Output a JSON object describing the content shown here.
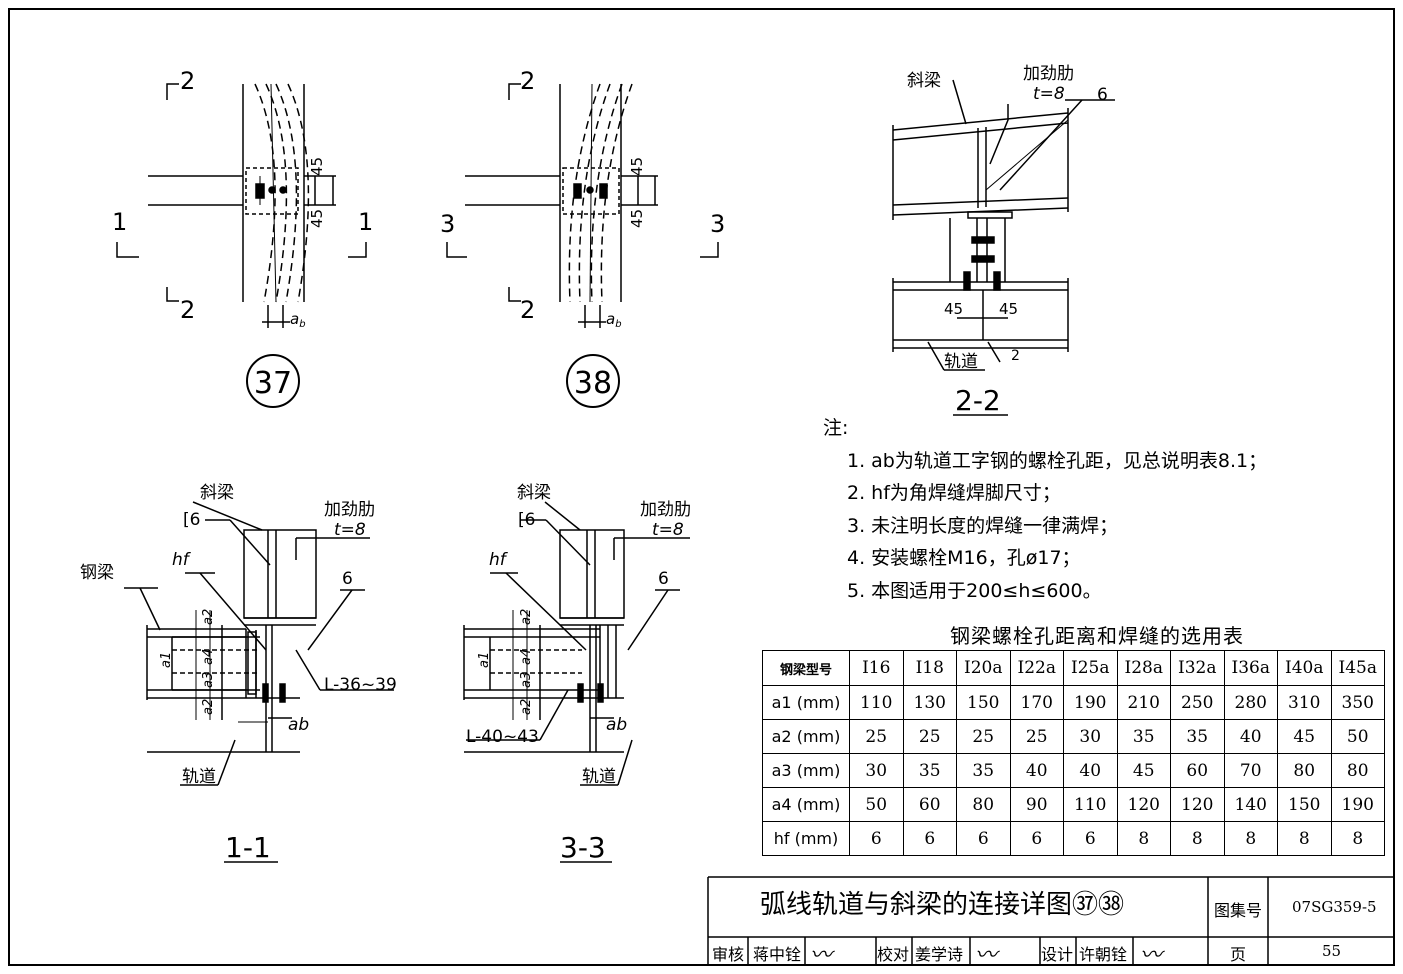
{
  "details": {
    "d37": {
      "label": "37",
      "sec_left": "1",
      "sec_right": "1",
      "sec_top": "2",
      "sec_bottom": "2",
      "dim1": "45",
      "dim2": "45",
      "dim_ab": "a",
      "dim_ab_sub": "b"
    },
    "d38": {
      "label": "38",
      "sec_left": "3",
      "sec_right": "3",
      "sec_top": "2",
      "sec_bottom": "2",
      "dim1": "45",
      "dim2": "45",
      "dim_ab": "a",
      "dim_ab_sub": "b"
    }
  },
  "section_2_2": {
    "title": "2-2",
    "label_beam": "斜梁",
    "label_stiffener": "加劲肋",
    "label_t": "t=8",
    "weld": "6",
    "dim_left": "45",
    "dim_right": "45",
    "label_rail": "轨道",
    "weld2": "2"
  },
  "section_1_1": {
    "title": "1-1",
    "label_beam": "斜梁",
    "label_weld_c": "[6",
    "label_stiffener": "加劲肋",
    "label_t": "t=8",
    "label_hf": "hf",
    "label_steel_beam": "钢梁",
    "weld": "6",
    "label_angle": "L-36~39",
    "label_rail": "轨道",
    "dim_a1": "a1",
    "dim_a2": "a2",
    "dim_a3": "a3",
    "dim_a4": "a4",
    "dim_ab": "ab"
  },
  "section_3_3": {
    "title": "3-3",
    "label_beam": "斜梁",
    "label_weld_c": "[6",
    "label_stiffener": "加劲肋",
    "label_t": "t=8",
    "label_hf": "hf",
    "weld": "6",
    "label_angle": "L-40~43",
    "label_rail": "轨道",
    "dim_a1": "a1",
    "dim_a2": "a2",
    "dim_a3": "a3",
    "dim_a4": "a4",
    "dim_ab": "ab"
  },
  "notes": {
    "heading": "注:",
    "items": [
      "1.  ab为轨道工字钢的螺栓孔距，见总说明表8.1；",
      "2.  hf为角焊缝焊脚尺寸；",
      "3. 未注明长度的焊缝一律满焊；",
      "4. 安装螺栓M16，孔ø17；",
      "5. 本图适用于200≤h≤600。"
    ]
  },
  "table": {
    "title": "钢梁螺栓孔距离和焊缝的选用表",
    "header": [
      "钢梁型号",
      "I16",
      "I18",
      "I20a",
      "I22a",
      "I25a",
      "I28a",
      "I32a",
      "I36a",
      "I40a",
      "I45a"
    ],
    "rows": [
      [
        "a1 (mm)",
        "110",
        "130",
        "150",
        "170",
        "190",
        "210",
        "250",
        "280",
        "310",
        "350"
      ],
      [
        "a2 (mm)",
        "25",
        "25",
        "25",
        "25",
        "30",
        "35",
        "35",
        "40",
        "45",
        "50"
      ],
      [
        "a3 (mm)",
        "30",
        "35",
        "35",
        "40",
        "40",
        "45",
        "60",
        "70",
        "80",
        "80"
      ],
      [
        "a4 (mm)",
        "50",
        "60",
        "80",
        "90",
        "110",
        "120",
        "120",
        "140",
        "150",
        "190"
      ],
      [
        "hf (mm)",
        "6",
        "6",
        "6",
        "6",
        "6",
        "8",
        "8",
        "8",
        "8",
        "8"
      ]
    ]
  },
  "title_block": {
    "title": "弧线轨道与斜梁的连接详图㊲㊳",
    "atlas_label": "图集号",
    "atlas_no": "07SG359-5",
    "review_label": "审核",
    "reviewer": "蒋中铨",
    "check_label": "校对",
    "checker": "姜学诗",
    "design_label": "设计",
    "designer": "许朝铨",
    "page_label": "页",
    "page_no": "55"
  }
}
